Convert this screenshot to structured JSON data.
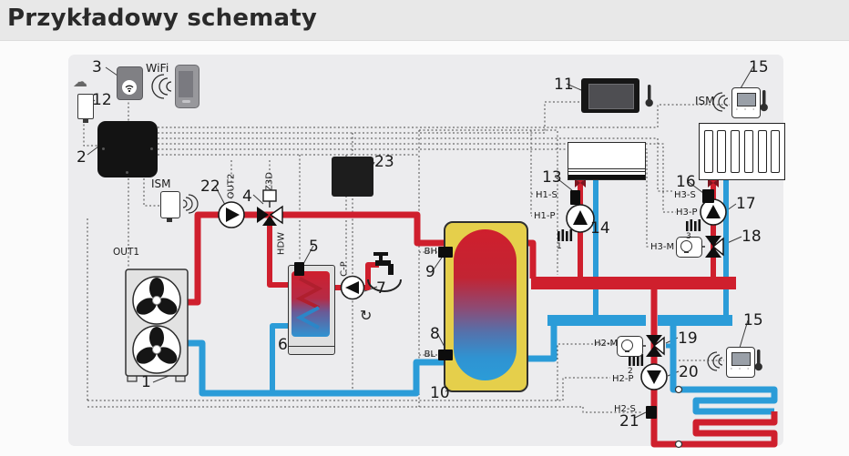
{
  "header": {
    "title": "Przykładowy schematy"
  },
  "colors": {
    "hot_pipe": "#cf1f2d",
    "cold_pipe": "#2b9cd8",
    "tank_shell_yellow": "#e5cf4b",
    "controller_black": "#131313",
    "panel_background": "#ececee",
    "header_background": "#e8e8e8"
  },
  "callouts": {
    "c1": "1",
    "c2": "2",
    "c3": "3",
    "c4": "4",
    "c5": "5",
    "c6": "6",
    "c7": "7",
    "c8": "8",
    "c9": "9",
    "c10": "10",
    "c11": "11",
    "c12": "12",
    "c13": "13",
    "c14": "14",
    "c15_top": "15",
    "c15_bottom": "15",
    "c16": "16",
    "c17": "17",
    "c18": "18",
    "c19": "19",
    "c20": "20",
    "c21": "21",
    "c22": "22",
    "c23": "23"
  },
  "tags": {
    "wifi": "WiFi",
    "out1": "OUT1",
    "out2": "OUT2",
    "z3d": "Z3D",
    "hdw": "HDW",
    "cp": "C-P",
    "ism_left": "ISM",
    "ism_right": "ISM",
    "bh": "BH",
    "bl": "BL",
    "h1_s": "H1-S",
    "h1_p": "H1-P",
    "h2_m": "H2-M",
    "h2_p": "H2-P",
    "h2_s": "H2-S",
    "h3_s": "H3-S",
    "h3_p": "H3-P",
    "h3_m": "H3-M",
    "zone1": "1",
    "zone2": "2",
    "zone3": "3"
  }
}
